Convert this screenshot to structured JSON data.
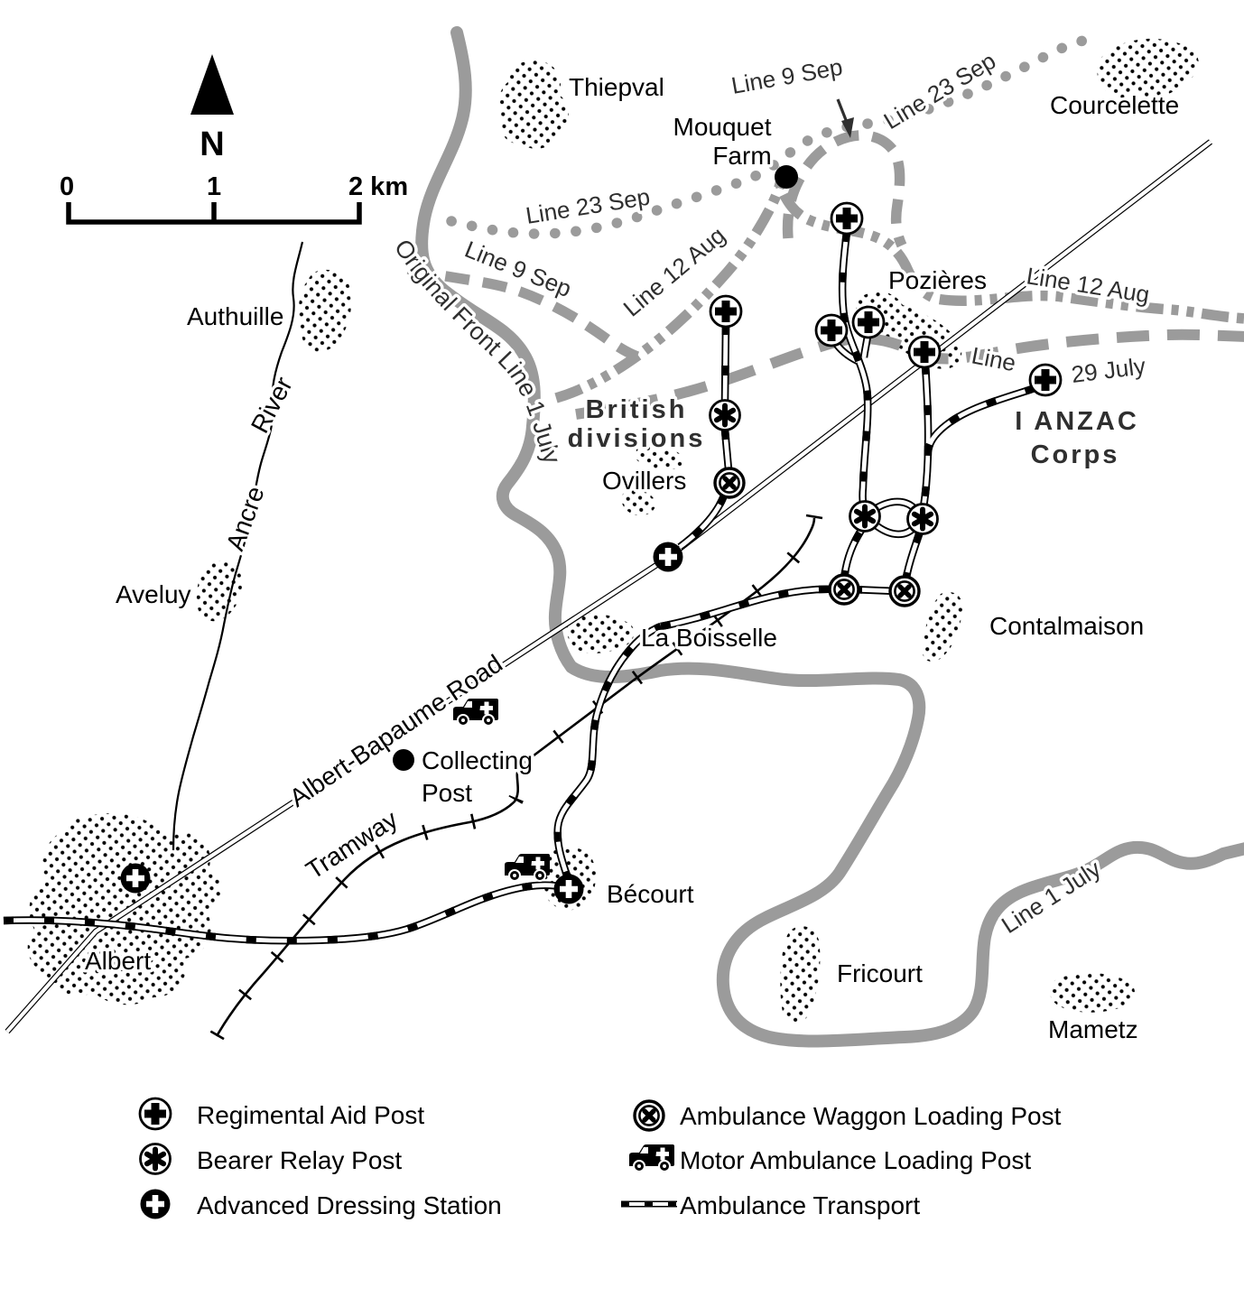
{
  "map": {
    "compass_label": "N",
    "scale": {
      "tick0": "0",
      "tick1": "1",
      "tick2": "2 km"
    },
    "places": {
      "thiepval": "Thiepval",
      "courcelette": "Courcelette",
      "mouquet_1": "Mouquet",
      "mouquet_2": "Farm",
      "authuille": "Authuille",
      "aveluy": "Aveluy",
      "ovillers": "Ovillers",
      "pozieres": "Pozières",
      "la_boisselle": "La Boisselle",
      "contalmaison": "Contalmaison",
      "albert": "Albert",
      "becourt": "Bécourt",
      "fricourt": "Fricourt",
      "mametz": "Mametz",
      "river_1": "Ancre",
      "river_2": "River"
    },
    "lines": {
      "line_9_sep_top": "Line 9 Sep",
      "line_23_sep_ne": "Line 23 Sep",
      "line_23_sep_mid": "Line 23 Sep",
      "line_9_sep_w": "Line 9 Sep",
      "line_12_aug_w": "Line 12 Aug",
      "line_12_aug_e": "Line 12 Aug",
      "line_29_july_a": "Line",
      "line_29_july_b": "29 July",
      "original_front": "Original Front Line 1 July",
      "line_1_july": "Line 1 July"
    },
    "formations": {
      "british_1": "British",
      "british_2": "divisions",
      "anzac_1": "I ANZAC",
      "anzac_2": "Corps"
    },
    "features": {
      "road": "Albert-Bapaume Road",
      "tramway": "Tramway",
      "collecting_1": "Collecting",
      "collecting_2": "Post"
    }
  },
  "legend": {
    "items": [
      {
        "id": "regimental-aid-post",
        "label": "Regimental Aid Post"
      },
      {
        "id": "bearer-relay-post",
        "label": "Bearer Relay Post"
      },
      {
        "id": "advanced-dressing-station",
        "label": "Advanced Dressing Station"
      },
      {
        "id": "ambulance-waggon-loading-post",
        "label": "Ambulance Waggon Loading Post"
      },
      {
        "id": "motor-ambulance-loading-post",
        "label": "Motor Ambulance Loading Post"
      },
      {
        "id": "ambulance-transport",
        "label": "Ambulance Transport"
      }
    ]
  },
  "colors": {
    "front_line_gray": "#9b9b9b",
    "ink": "#000000",
    "line_label": "#2f2f2f"
  }
}
